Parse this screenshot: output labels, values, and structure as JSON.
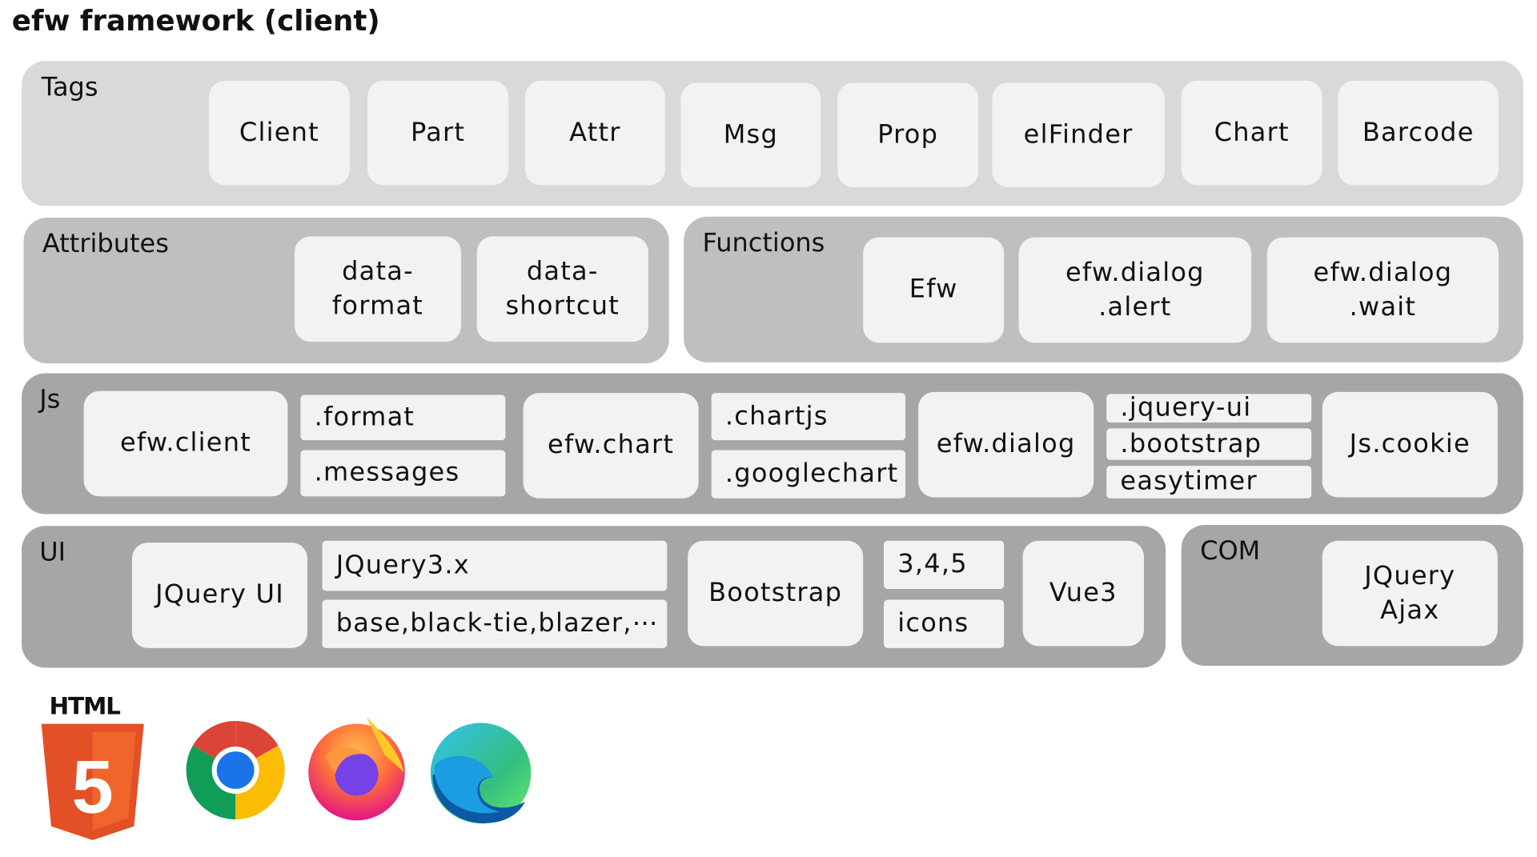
{
  "title": "efw framework (client)",
  "tags": {
    "label": "Tags",
    "items": [
      "Client",
      "Part",
      "Attr",
      "Msg",
      "Prop",
      "elFinder",
      "Chart",
      "Barcode"
    ]
  },
  "attributes": {
    "label": "Attributes",
    "items": [
      "data-\nformat",
      "data-\nshortcut"
    ]
  },
  "functions": {
    "label": "Functions",
    "items": [
      "Efw",
      "efw.dialog\n.alert",
      "efw.dialog\n.wait"
    ]
  },
  "js": {
    "label": "Js",
    "efw_client": "efw.client",
    "format": ".format",
    "messages": ".messages",
    "efw_chart": "efw.chart",
    "chartjs": ".chartjs",
    "googlechart": ".googlechart",
    "efw_dialog": "efw.dialog",
    "jquery_ui": ".jquery-ui",
    "bootstrap": ".bootstrap",
    "easytimer": "easytimer",
    "js_cookie": "Js.cookie"
  },
  "ui": {
    "label": "UI",
    "jquery_ui": "JQuery UI",
    "jquery3": "JQuery3.x",
    "themes": "base,black-tie,blazer,⋯",
    "bootstrap": "Bootstrap",
    "versions": "3,4,5",
    "icons": "icons",
    "vue3": "Vue3"
  },
  "com": {
    "label": "COM",
    "jquery_ajax": "JQuery\nAjax"
  },
  "logos": {
    "html5_text": "HTML",
    "html5_digit": "5"
  }
}
